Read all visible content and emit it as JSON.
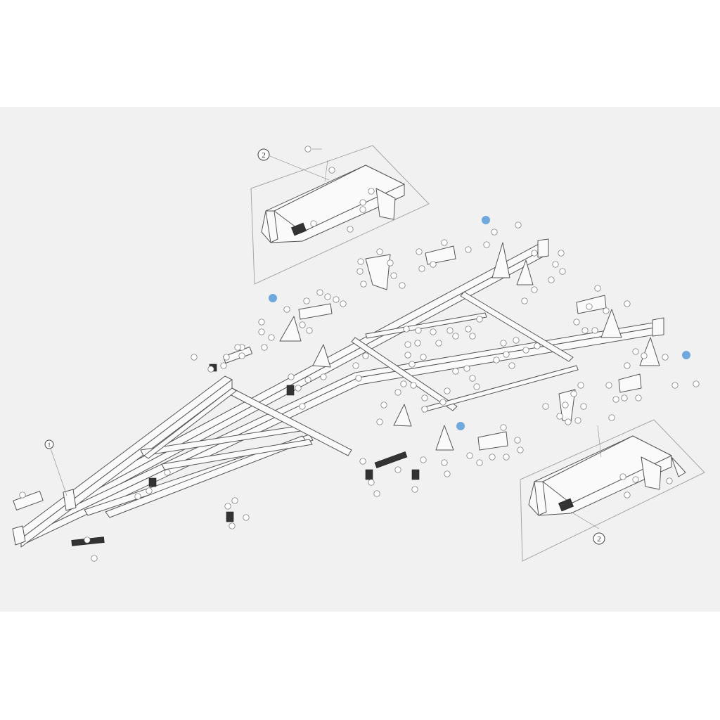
{
  "diagram": {
    "callouts": [
      {
        "id": "ref-2-top",
        "label": "2"
      },
      {
        "id": "ref-1-left",
        "label": "1"
      },
      {
        "id": "ref-2-bottom",
        "label": "2"
      }
    ],
    "hotspots": [
      {
        "id": "hotspot-1"
      },
      {
        "id": "hotspot-2"
      },
      {
        "id": "hotspot-3"
      },
      {
        "id": "hotspot-4"
      }
    ],
    "colors": {
      "background": "#f1f1f1",
      "hotspot": "#6ea8dc",
      "line": "#555555"
    }
  }
}
